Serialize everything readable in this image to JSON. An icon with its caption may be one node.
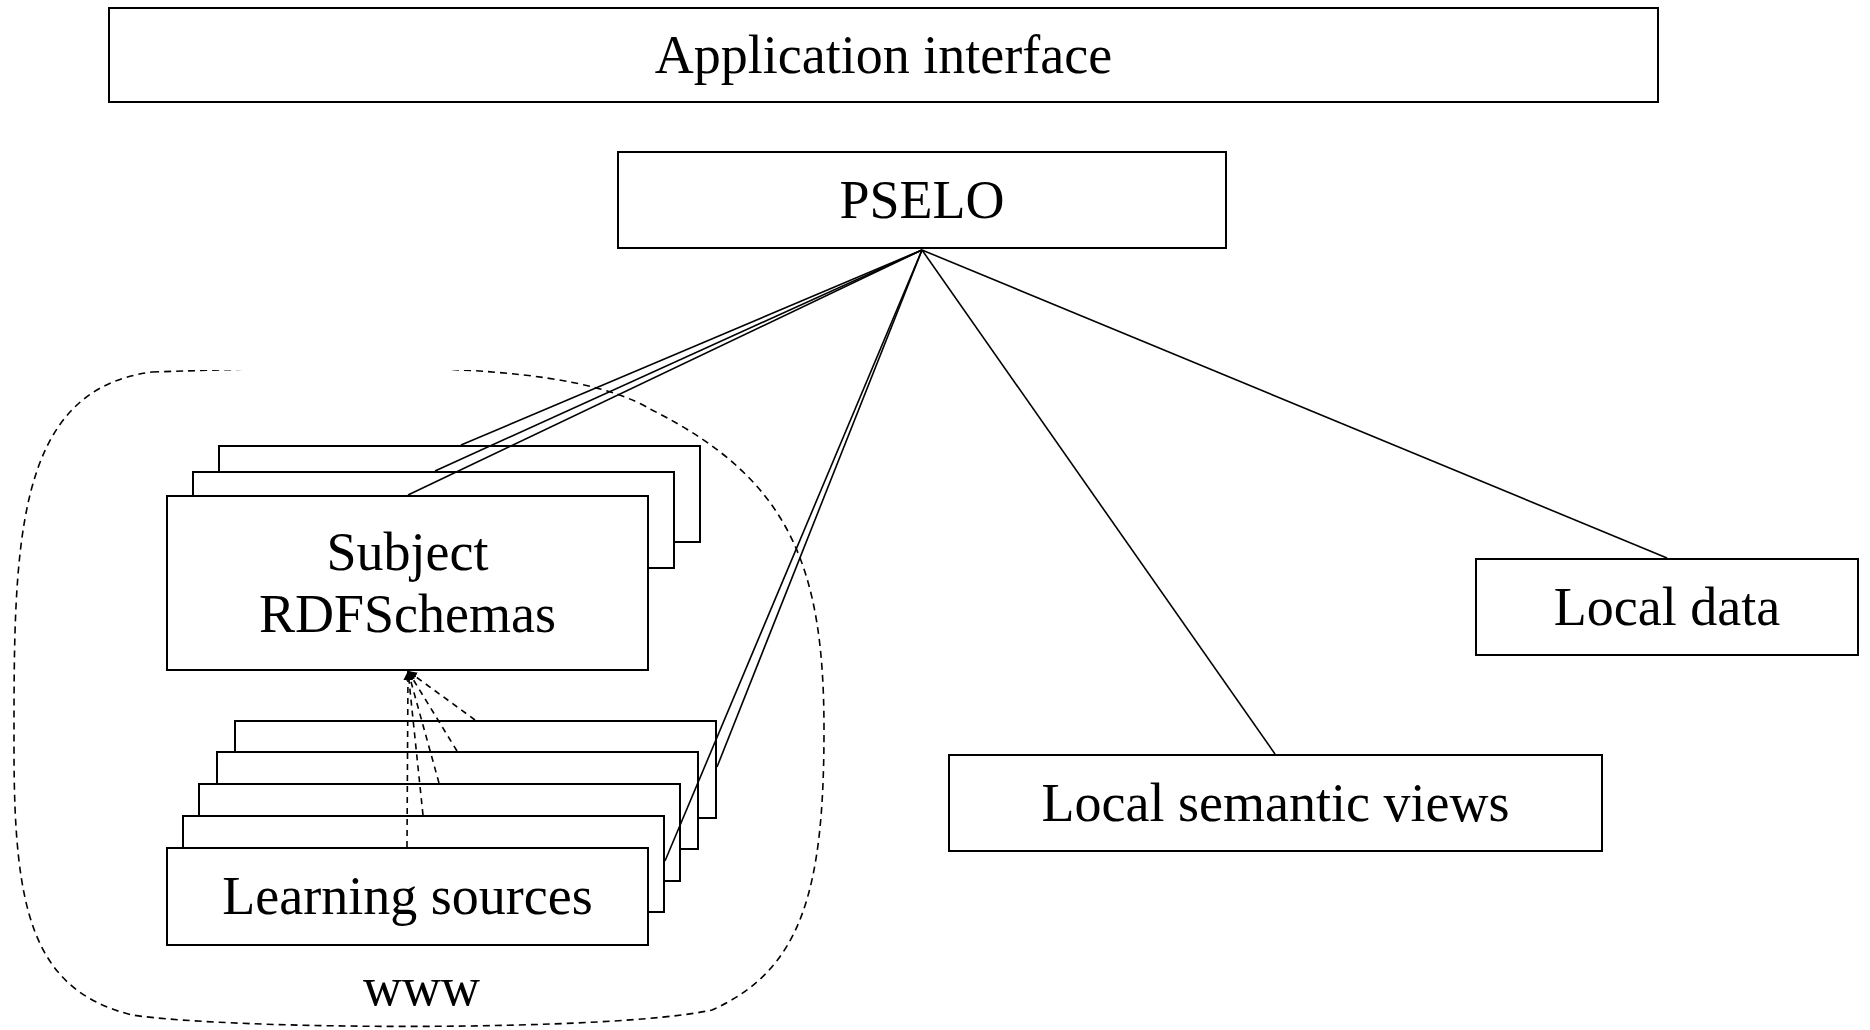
{
  "diagram": {
    "nodes": [
      {
        "text": [
          "Application interface"
        ]
      },
      {
        "text": [
          "PSELO"
        ]
      },
      {
        "text": [
          "www"
        ]
      },
      {
        "text": [
          "Subject RDFSchemas"
        ],
        "in": 2
      },
      {
        "text": [
          "Learning sources"
        ],
        "in": 2
      },
      {
        "text": [
          "Local data"
        ]
      },
      {
        "text": [
          "Local semantic views"
        ]
      }
    ],
    "edges": [
      {
        "from": 1,
        "to": 3,
        "arrow": "none"
      },
      {
        "from": 1,
        "to": 3,
        "arrow": "none"
      },
      {
        "from": 1,
        "to": 3,
        "arrow": "none"
      },
      {
        "from": 1,
        "to": 4,
        "arrow": "none"
      },
      {
        "from": 1,
        "to": 4,
        "arrow": "none"
      },
      {
        "from": 1,
        "to": 6,
        "arrow": "none"
      },
      {
        "from": 1,
        "to": 5,
        "arrow": "none"
      },
      {
        "from": 4,
        "to": 3,
        "arrow": "to",
        "style": "dashed"
      },
      {
        "from": 4,
        "to": 3,
        "arrow": "to",
        "style": "dashed"
      },
      {
        "from": 4,
        "to": 3,
        "arrow": "to",
        "style": "dashed"
      },
      {
        "from": 4,
        "to": 3,
        "arrow": "to",
        "style": "dashed"
      },
      {
        "from": 4,
        "to": 3,
        "arrow": "to",
        "style": "dashed"
      }
    ]
  }
}
